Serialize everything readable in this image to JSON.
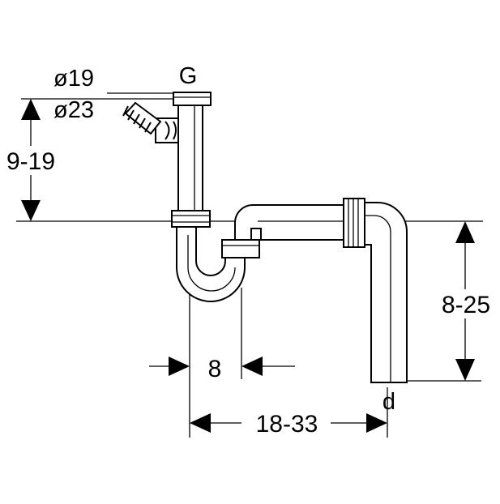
{
  "labels": {
    "inlet_thread": "G",
    "diameter_small": "ø19",
    "diameter_large": "ø23",
    "height_upper": "9-19",
    "height_outlet": "8-25",
    "trap_offset": "8",
    "outlet_reach": "18-33",
    "outlet_diameter": "d"
  }
}
